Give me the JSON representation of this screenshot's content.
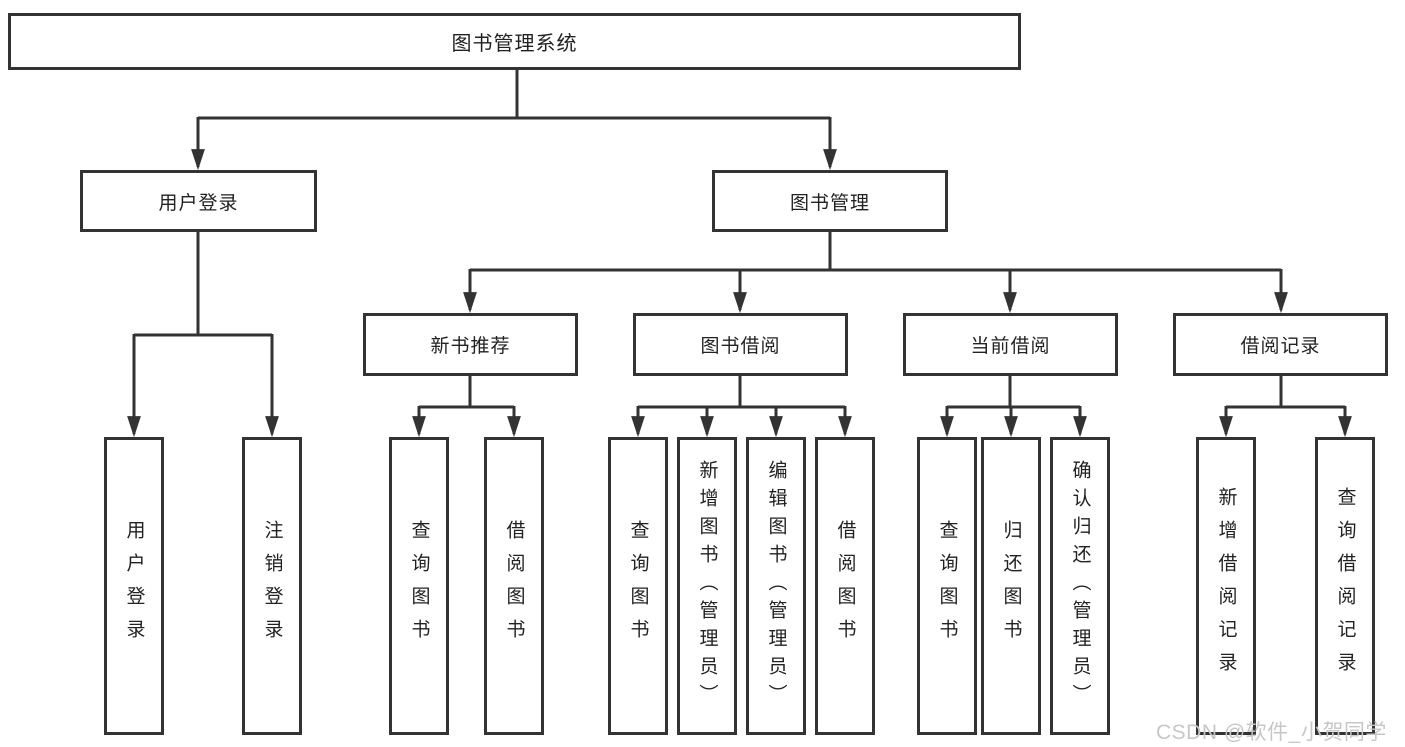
{
  "colors": {
    "line": "#333333",
    "box_border": "#333333",
    "text": "#222222",
    "watermark": "#c7c7c7",
    "background": "#ffffff"
  },
  "diagram": {
    "root": {
      "label": "图书管理系统"
    },
    "branches": {
      "user_login": {
        "label": "用户登录"
      },
      "book_mgmt": {
        "label": "图书管理"
      },
      "new_book": {
        "label": "新书推荐"
      },
      "borrow": {
        "label": "图书借阅"
      },
      "current": {
        "label": "当前借阅"
      },
      "record": {
        "label": "借阅记录"
      }
    },
    "leaves": {
      "login": {
        "label": "用户登录"
      },
      "logout": {
        "label": "注销登录"
      },
      "new_book_query": {
        "label": "查询图书"
      },
      "new_book_borrow": {
        "label": "借阅图书"
      },
      "borrow_query": {
        "label": "查询图书"
      },
      "borrow_add": {
        "label": "新增图书（管理员）"
      },
      "borrow_edit": {
        "label": "编辑图书（管理员）"
      },
      "borrow_borrow": {
        "label": "借阅图书"
      },
      "current_query": {
        "label": "查询图书"
      },
      "current_return": {
        "label": "归还图书"
      },
      "current_confirm": {
        "label": "确认归还（管理员）"
      },
      "record_add": {
        "label": "新增借阅记录"
      },
      "record_query": {
        "label": "查询借阅记录"
      }
    }
  },
  "watermark": {
    "text": "CSDN @软件_小贺同学"
  }
}
